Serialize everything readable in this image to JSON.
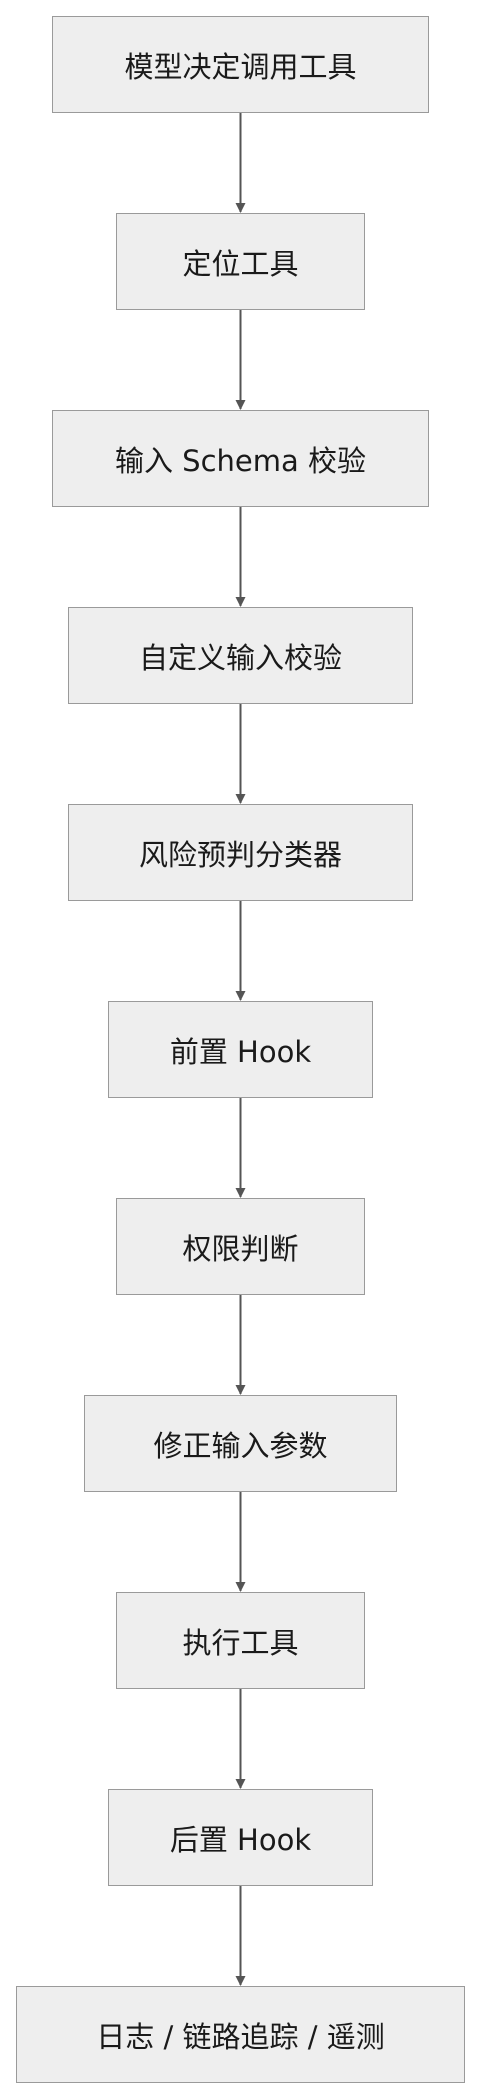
{
  "diagram": {
    "type": "flowchart",
    "direction": "top-to-bottom",
    "colors": {
      "node_fill": "#eeeeee",
      "node_border": "#9a9a9a",
      "edge": "#555555",
      "text": "#1a1a1a"
    },
    "nodes": [
      {
        "id": "n1",
        "label": "模型决定调用工具"
      },
      {
        "id": "n2",
        "label": "定位工具"
      },
      {
        "id": "n3",
        "label": "输入 Schema 校验"
      },
      {
        "id": "n4",
        "label": "自定义输入校验"
      },
      {
        "id": "n5",
        "label": "风险预判分类器"
      },
      {
        "id": "n6",
        "label": "前置 Hook"
      },
      {
        "id": "n7",
        "label": "权限判断"
      },
      {
        "id": "n8",
        "label": "修正输入参数"
      },
      {
        "id": "n9",
        "label": "执行工具"
      },
      {
        "id": "n10",
        "label": "后置 Hook"
      },
      {
        "id": "n11",
        "label": "日志 / 链路追踪 / 遥测"
      }
    ],
    "edges": [
      {
        "from": "n1",
        "to": "n2"
      },
      {
        "from": "n2",
        "to": "n3"
      },
      {
        "from": "n3",
        "to": "n4"
      },
      {
        "from": "n4",
        "to": "n5"
      },
      {
        "from": "n5",
        "to": "n6"
      },
      {
        "from": "n6",
        "to": "n7"
      },
      {
        "from": "n7",
        "to": "n8"
      },
      {
        "from": "n8",
        "to": "n9"
      },
      {
        "from": "n9",
        "to": "n10"
      },
      {
        "from": "n10",
        "to": "n11"
      }
    ]
  }
}
